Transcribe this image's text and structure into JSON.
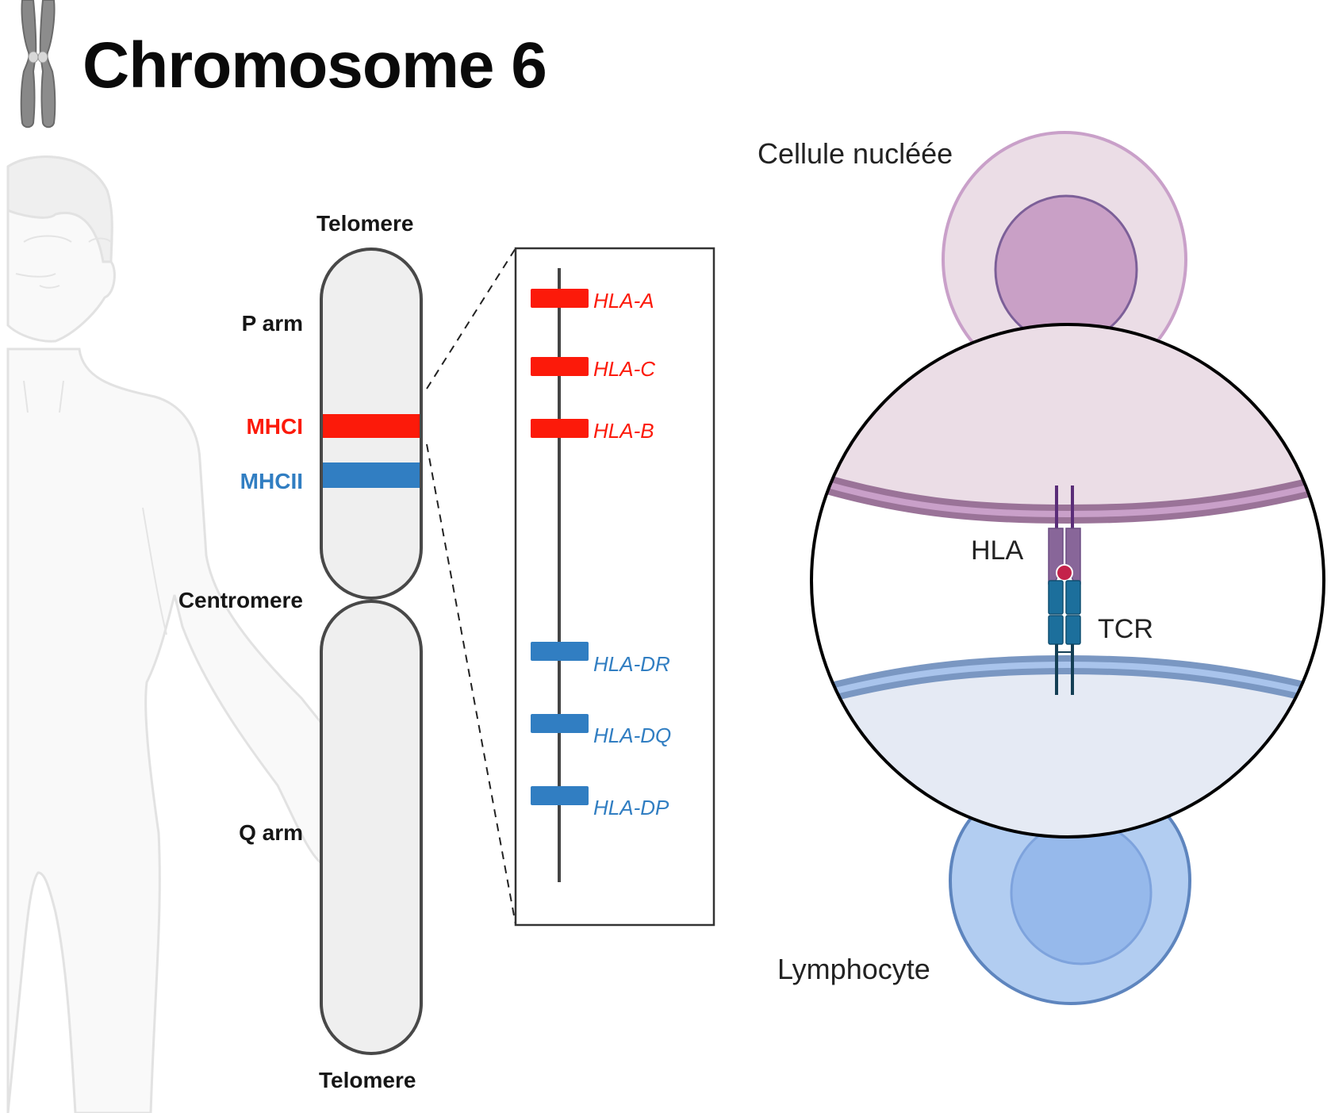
{
  "title": "Chromosome 6",
  "chromosome": {
    "labels": {
      "telomere_top": "Telomere",
      "p_arm": "P arm",
      "mhc1": "MHCI",
      "mhc2": "MHCII",
      "centromere": "Centromere",
      "q_arm": "Q arm",
      "telomere_bottom": "Telomere"
    }
  },
  "gene_map": {
    "class_I": [
      "HLA-A",
      "HLA-C",
      "HLA-B"
    ],
    "class_II": [
      "HLA-DR",
      "HLA-DQ",
      "HLA-DP"
    ]
  },
  "interaction": {
    "top_cell_label": "Cellule nucléée",
    "bottom_cell_label": "Lymphocyte",
    "hla_label": "HLA",
    "tcr_label": "TCR"
  },
  "colors": {
    "mhc1": "#fc1a0a",
    "mhc2": "#317ec2",
    "chromosome_fill": "#efefef",
    "chromosome_stroke": "#484848",
    "nucleated_cell": "#ebdde6",
    "nucleated_nucleus": "#c9a0c6",
    "lymphocyte": "#b2cdf1",
    "lymphocyte_nucleus": "#96b9eb",
    "hla_protein": "#886699",
    "tcr_protein": "#1c6f9c",
    "peptide": "#c4234a"
  }
}
